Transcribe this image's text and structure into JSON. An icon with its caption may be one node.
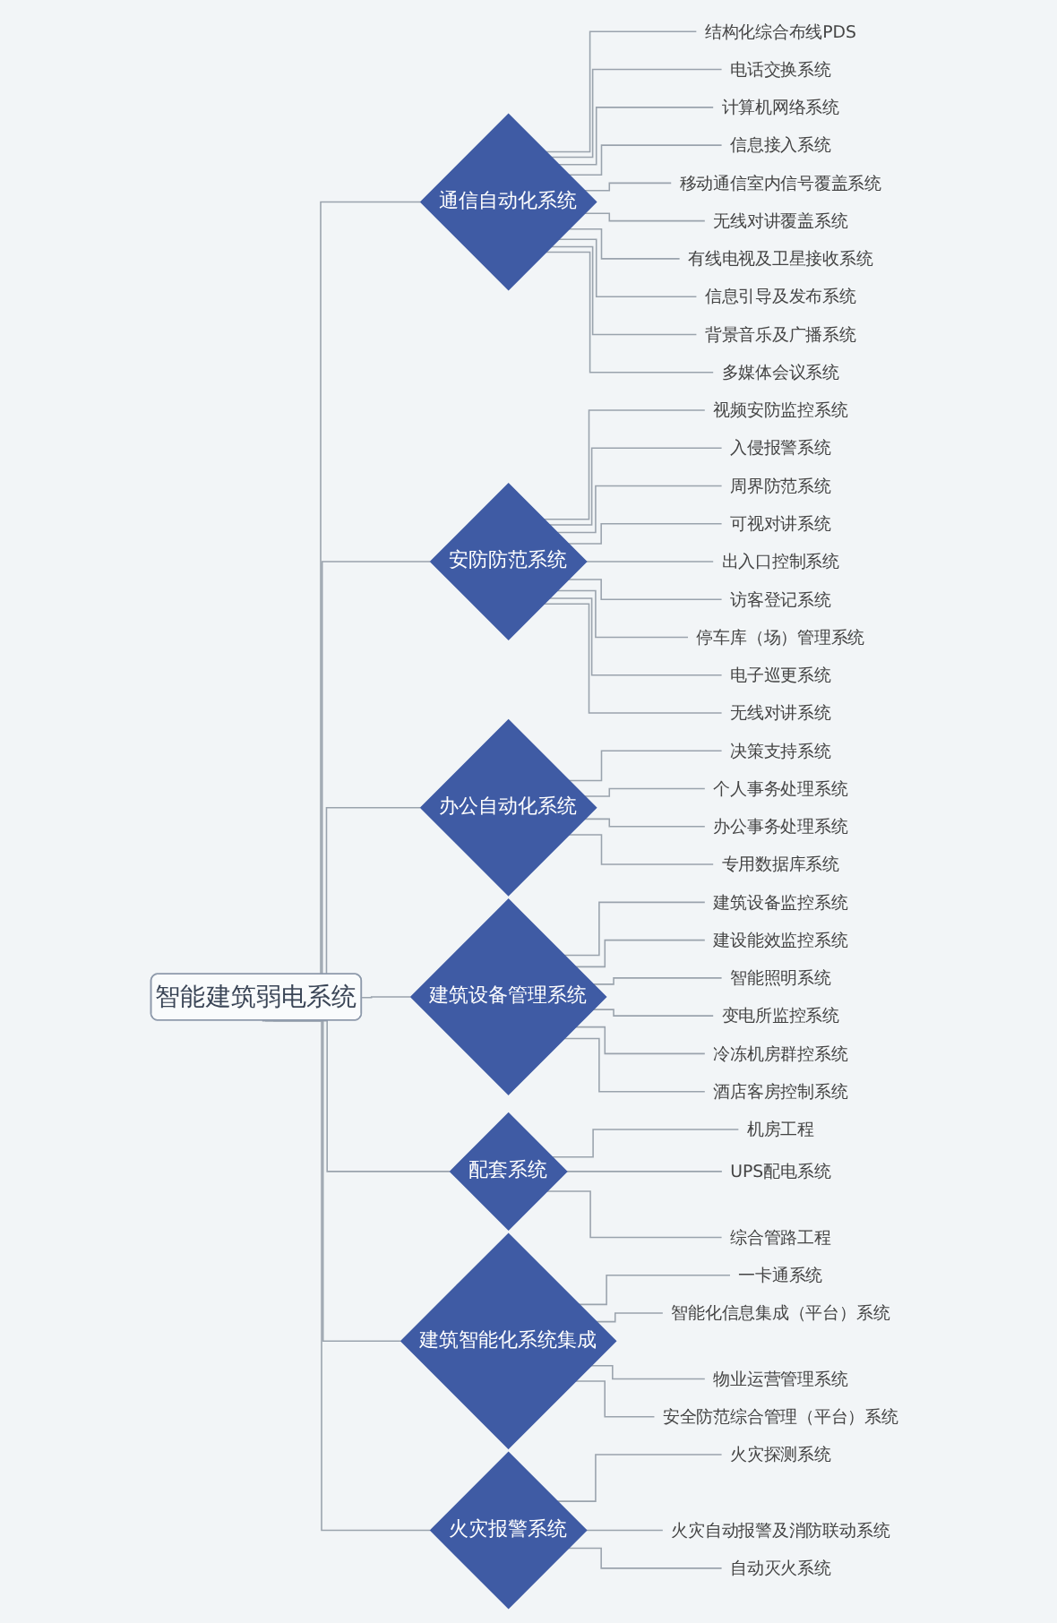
{
  "diagram": {
    "nodes": [
      {
        "text": [
          "智能建筑弱电系统"
        ]
      },
      {
        "text": [
          "通信自动化系统"
        ]
      },
      {
        "text": [
          "结构化综合布线PDS"
        ]
      },
      {
        "text": [
          "电话交换系统"
        ]
      },
      {
        "text": [
          "计算机网络系统"
        ]
      },
      {
        "text": [
          "信息接入系统"
        ]
      },
      {
        "text": [
          "移动通信室内信号覆盖系统"
        ]
      },
      {
        "text": [
          "无线对讲覆盖系统"
        ]
      },
      {
        "text": [
          "有线电视及卫星接收系统"
        ]
      },
      {
        "text": [
          "信息引导及发布系统"
        ]
      },
      {
        "text": [
          "背景音乐及广播系统"
        ]
      },
      {
        "text": [
          "多媒体会议系统"
        ]
      },
      {
        "text": [
          "安防防范系统"
        ]
      },
      {
        "text": [
          "视频安防监控系统"
        ]
      },
      {
        "text": [
          "入侵报警系统"
        ]
      },
      {
        "text": [
          "周界防范系统"
        ]
      },
      {
        "text": [
          "可视对讲系统"
        ]
      },
      {
        "text": [
          "出入口控制系统"
        ]
      },
      {
        "text": [
          "访客登记系统"
        ]
      },
      {
        "text": [
          "停车库（场）管理系统"
        ]
      },
      {
        "text": [
          "电子巡更系统"
        ]
      },
      {
        "text": [
          "无线对讲系统"
        ]
      },
      {
        "text": [
          "办公自动化系统"
        ]
      },
      {
        "text": [
          "决策支持系统"
        ]
      },
      {
        "text": [
          "个人事务处理系统"
        ]
      },
      {
        "text": [
          "办公事务处理系统"
        ]
      },
      {
        "text": [
          "专用数据库系统"
        ]
      },
      {
        "text": [
          "建筑设备管理系统"
        ]
      },
      {
        "text": [
          "建筑设备监控系统"
        ]
      },
      {
        "text": [
          "建设能效监控系统"
        ]
      },
      {
        "text": [
          "智能照明系统"
        ]
      },
      {
        "text": [
          "变电所监控系统"
        ]
      },
      {
        "text": [
          "冷冻机房群控系统"
        ]
      },
      {
        "text": [
          "酒店客房控制系统"
        ]
      },
      {
        "text": [
          "配套系统"
        ]
      },
      {
        "text": [
          "机房工程"
        ]
      },
      {
        "text": [
          "UPS配电系统"
        ]
      },
      {
        "text": [
          "综合管路工程"
        ]
      },
      {
        "text": [
          "建筑智能化系统集成"
        ]
      },
      {
        "text": [
          "一卡通系统"
        ]
      },
      {
        "text": [
          "智能化信息集成（平台）系统"
        ]
      },
      {
        "text": [
          "物业运营管理系统"
        ]
      },
      {
        "text": [
          "安全防范综合管理（平台）系统"
        ]
      },
      {
        "text": [
          "火灾报警系统"
        ]
      },
      {
        "text": [
          "火灾探测系统"
        ]
      },
      {
        "text": [
          "火灾自动报警及消防联动系统"
        ]
      },
      {
        "text": [
          "自动灭火系统"
        ]
      }
    ],
    "edges": [
      {
        "from": 0,
        "to": 1,
        "arrow": "none"
      },
      {
        "from": 1,
        "to": 2,
        "arrow": "none"
      },
      {
        "from": 1,
        "to": 3,
        "arrow": "none"
      },
      {
        "from": 1,
        "to": 4,
        "arrow": "none"
      },
      {
        "from": 1,
        "to": 5,
        "arrow": "none"
      },
      {
        "from": 1,
        "to": 6,
        "arrow": "none"
      },
      {
        "from": 1,
        "to": 7,
        "arrow": "none"
      },
      {
        "from": 1,
        "to": 8,
        "arrow": "none"
      },
      {
        "from": 1,
        "to": 9,
        "arrow": "none"
      },
      {
        "from": 1,
        "to": 10,
        "arrow": "none"
      },
      {
        "from": 1,
        "to": 11,
        "arrow": "none"
      },
      {
        "from": 0,
        "to": 12,
        "arrow": "none"
      },
      {
        "from": 12,
        "to": 13,
        "arrow": "none"
      },
      {
        "from": 12,
        "to": 14,
        "arrow": "none"
      },
      {
        "from": 12,
        "to": 15,
        "arrow": "none"
      },
      {
        "from": 12,
        "to": 16,
        "arrow": "none"
      },
      {
        "from": 12,
        "to": 17,
        "arrow": "none"
      },
      {
        "from": 12,
        "to": 18,
        "arrow": "none"
      },
      {
        "from": 12,
        "to": 19,
        "arrow": "none"
      },
      {
        "from": 12,
        "to": 20,
        "arrow": "none"
      },
      {
        "from": 12,
        "to": 21,
        "arrow": "none"
      },
      {
        "from": 0,
        "to": 22,
        "arrow": "none"
      },
      {
        "from": 22,
        "to": 23,
        "arrow": "none"
      },
      {
        "from": 22,
        "to": 24,
        "arrow": "none"
      },
      {
        "from": 22,
        "to": 25,
        "arrow": "none"
      },
      {
        "from": 22,
        "to": 26,
        "arrow": "none"
      },
      {
        "from": 0,
        "to": 27,
        "arrow": "none"
      },
      {
        "from": 27,
        "to": 28,
        "arrow": "none"
      },
      {
        "from": 27,
        "to": 29,
        "arrow": "none"
      },
      {
        "from": 27,
        "to": 30,
        "arrow": "none"
      },
      {
        "from": 27,
        "to": 31,
        "arrow": "none"
      },
      {
        "from": 27,
        "to": 32,
        "arrow": "none"
      },
      {
        "from": 27,
        "to": 33,
        "arrow": "none"
      },
      {
        "from": 0,
        "to": 34,
        "arrow": "none"
      },
      {
        "from": 34,
        "to": 35,
        "arrow": "none"
      },
      {
        "from": 34,
        "to": 36,
        "arrow": "none"
      },
      {
        "from": 34,
        "to": 37,
        "arrow": "none"
      },
      {
        "from": 0,
        "to": 38,
        "arrow": "none"
      },
      {
        "from": 38,
        "to": 39,
        "arrow": "none"
      },
      {
        "from": 38,
        "to": 40,
        "arrow": "none"
      },
      {
        "from": 38,
        "to": 41,
        "arrow": "none"
      },
      {
        "from": 38,
        "to": 42,
        "arrow": "none"
      },
      {
        "from": 0,
        "to": 43,
        "arrow": "none"
      },
      {
        "from": 43,
        "to": 44,
        "arrow": "none"
      },
      {
        "from": 43,
        "to": 45,
        "arrow": "none"
      },
      {
        "from": 43,
        "to": 46,
        "arrow": "none"
      }
    ]
  }
}
